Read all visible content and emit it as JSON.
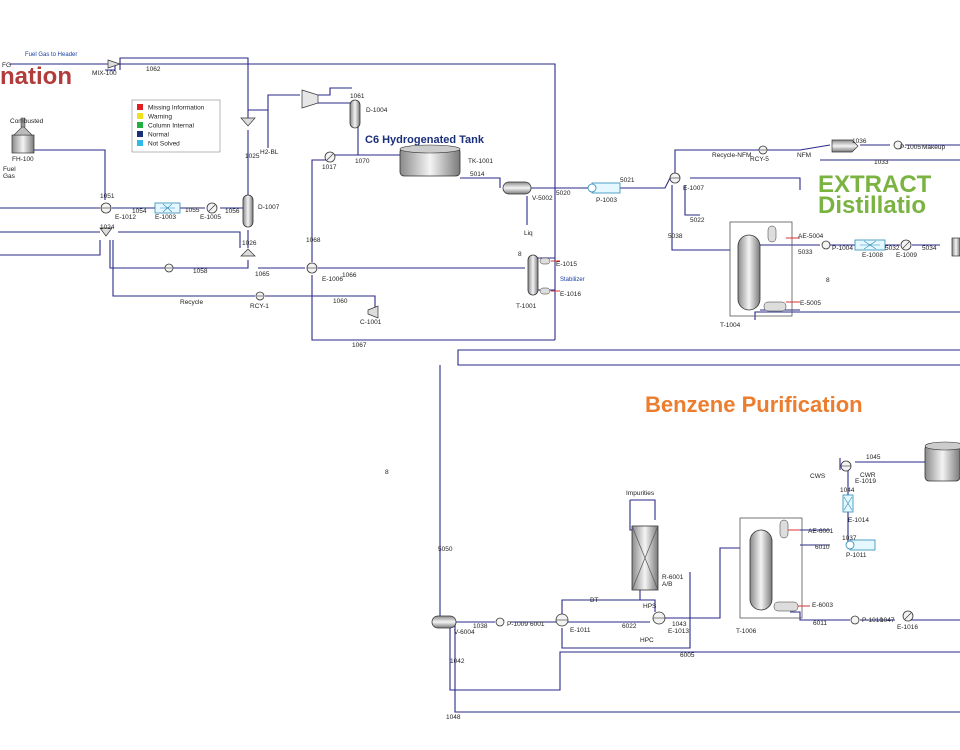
{
  "titles": {
    "hydrogenation": "nation",
    "extraction_line1": "EXTRACT",
    "extraction_line2": "Distillatio",
    "benzene": "Benzene Purification",
    "tank": "C6 Hydrogenated Tank"
  },
  "legend": [
    {
      "color": "#e02020",
      "label": "Missing Information"
    },
    {
      "color": "#f0e020",
      "label": "Warning"
    },
    {
      "color": "#20b040",
      "label": "Column Internal"
    },
    {
      "color": "#1a2f7a",
      "label": "Normal"
    },
    {
      "color": "#30b8e8",
      "label": "Not Solved"
    }
  ],
  "labels": {
    "fuel_gas_header": "Fuel Gas to Header",
    "fg": "FG",
    "mix100": "MIX-100",
    "s1062": "1062",
    "combusted": "Combusted",
    "fh100": "FH-100",
    "fuel": "Fuel",
    "gas": "Gas",
    "s1051": "1051",
    "e1012": "E-1012",
    "s1054": "1054",
    "e1003": "E-1003",
    "s1055": "1055",
    "e1005": "E-1005",
    "s1056": "1056",
    "s1024": "1024",
    "d1007": "D-1007",
    "s1025": "1025",
    "h2bl": "H2-BL",
    "s1061": "1061",
    "d1004": "D-1004",
    "s1026": "1026",
    "s1058": "1058",
    "s1065": "1065",
    "recycle": "Recycle",
    "rcy1": "RCY-1",
    "s1017": "1017",
    "s1070": "1070",
    "s1068": "1068",
    "e1006": "E-1006",
    "s1066": "1066",
    "s1060": "1060",
    "c1001": "C-1001",
    "s1067": "1067",
    "tk1001": "TK-1001",
    "s5014": "5014",
    "v5002": "V-5002",
    "liq": "Liq",
    "s5020": "5020",
    "s5021": "5021",
    "p1003": "P-1003",
    "e1015": "E-1015",
    "stabilizer": "Stabilizer",
    "e1016": "E-1016",
    "t1001": "T-1001",
    "recycle_nfm": "Recycle-NFM",
    "rcy5": "RCY-5",
    "nfm": "NFM",
    "s1036": "1036",
    "p1005": "P-1005",
    "makeup": "Makeup",
    "s1033": "1033",
    "e1007": "E-1007",
    "s5022": "5022",
    "s5038": "5038",
    "ae5004": "AE-5004",
    "s5033": "5033",
    "p1004": "P-1004",
    "s5032": "5032",
    "e1008": "E-1008",
    "e1009": "E-1009",
    "s5034": "5034",
    "e5005": "E-5005",
    "t1004": "T-1004",
    "s1045": "1045",
    "cws": "CWS",
    "cwr": "CWR",
    "e1019": "E-1019",
    "s1044": "1044",
    "e1014": "E-1014",
    "ae6001": "AE-6001",
    "s1037": "1037",
    "s6010": "6010",
    "p1011": "P-1011",
    "impurities": "Impurities",
    "r6001": "R-6001",
    "ab": "A/B",
    "bt": "BT",
    "hps": "HPS",
    "s5050": "5050",
    "v6004": "V-6004",
    "s1038": "1038",
    "p1009": "P-1009",
    "s6001": "6001",
    "e1011": "E-1011",
    "s6022": "6022",
    "s1043": "1043",
    "e1013": "E-1013",
    "hpc": "HPC",
    "t1006": "T-1006",
    "e6003": "E-6003",
    "s6011": "6011",
    "p1010": "P-1010",
    "s1047": "1047",
    "e1016b": "E-1016",
    "s6005": "6005",
    "s1042": "1042",
    "s1048": "1048",
    "marker": "8"
  }
}
